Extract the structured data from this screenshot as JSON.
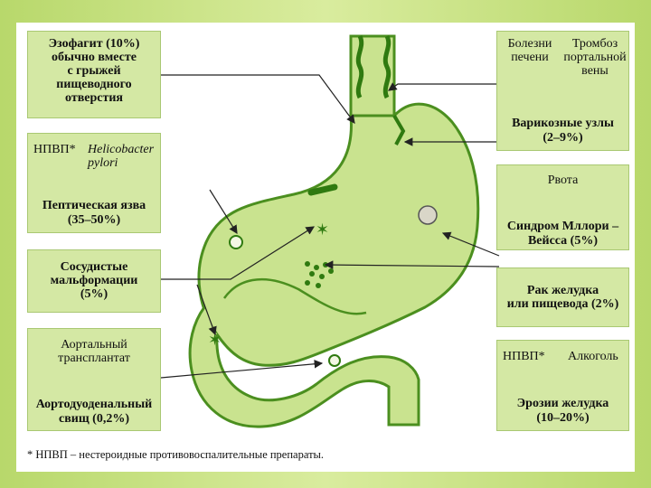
{
  "boxes": {
    "esophagitis": {
      "line1": "Эзофагит (10%)",
      "line2": "обычно вместе",
      "line3": "с грыжей",
      "line4": "пищеводного",
      "line5": "отверстия"
    },
    "peptic_ulcer": {
      "cause1": "НПВП*",
      "cause2": "Helicobacter pylori",
      "title": "Пептическая язва",
      "percent": "(35–50%)"
    },
    "vascular": {
      "line1": "Сосудистые",
      "line2": "мальформации",
      "percent": "(5%)"
    },
    "aortic": {
      "cause": "Аортальный трансплантат",
      "title": "Аортодуоденальный",
      "title2": "свищ (0,2%)"
    },
    "varices": {
      "cause1_l1": "Болезни",
      "cause1_l2": "печени",
      "cause2_l1": "Тромбоз",
      "cause2_l2": "портальной",
      "cause2_l3": "вены",
      "title": "Варикозные узлы",
      "percent": "(2–9%)"
    },
    "mallory": {
      "cause": "Рвота",
      "title": "Синдром Мллори –",
      "title2": "Вейсса (5%)"
    },
    "cancer": {
      "line1": "Рак желудка",
      "line2": "или пищевода (2%)"
    },
    "erosions": {
      "cause1": "НПВП*",
      "cause2": "Алкоголь",
      "title": "Эрозии желудка",
      "percent": "(10–20%)"
    }
  },
  "footnote": "* НПВП – нестероидные противовоспалительные препараты.",
  "colors": {
    "organ_fill": "#c9e38f",
    "organ_stroke": "#4b8f1f",
    "box_fill": "#d4e8a4",
    "arrow": "#222222"
  }
}
